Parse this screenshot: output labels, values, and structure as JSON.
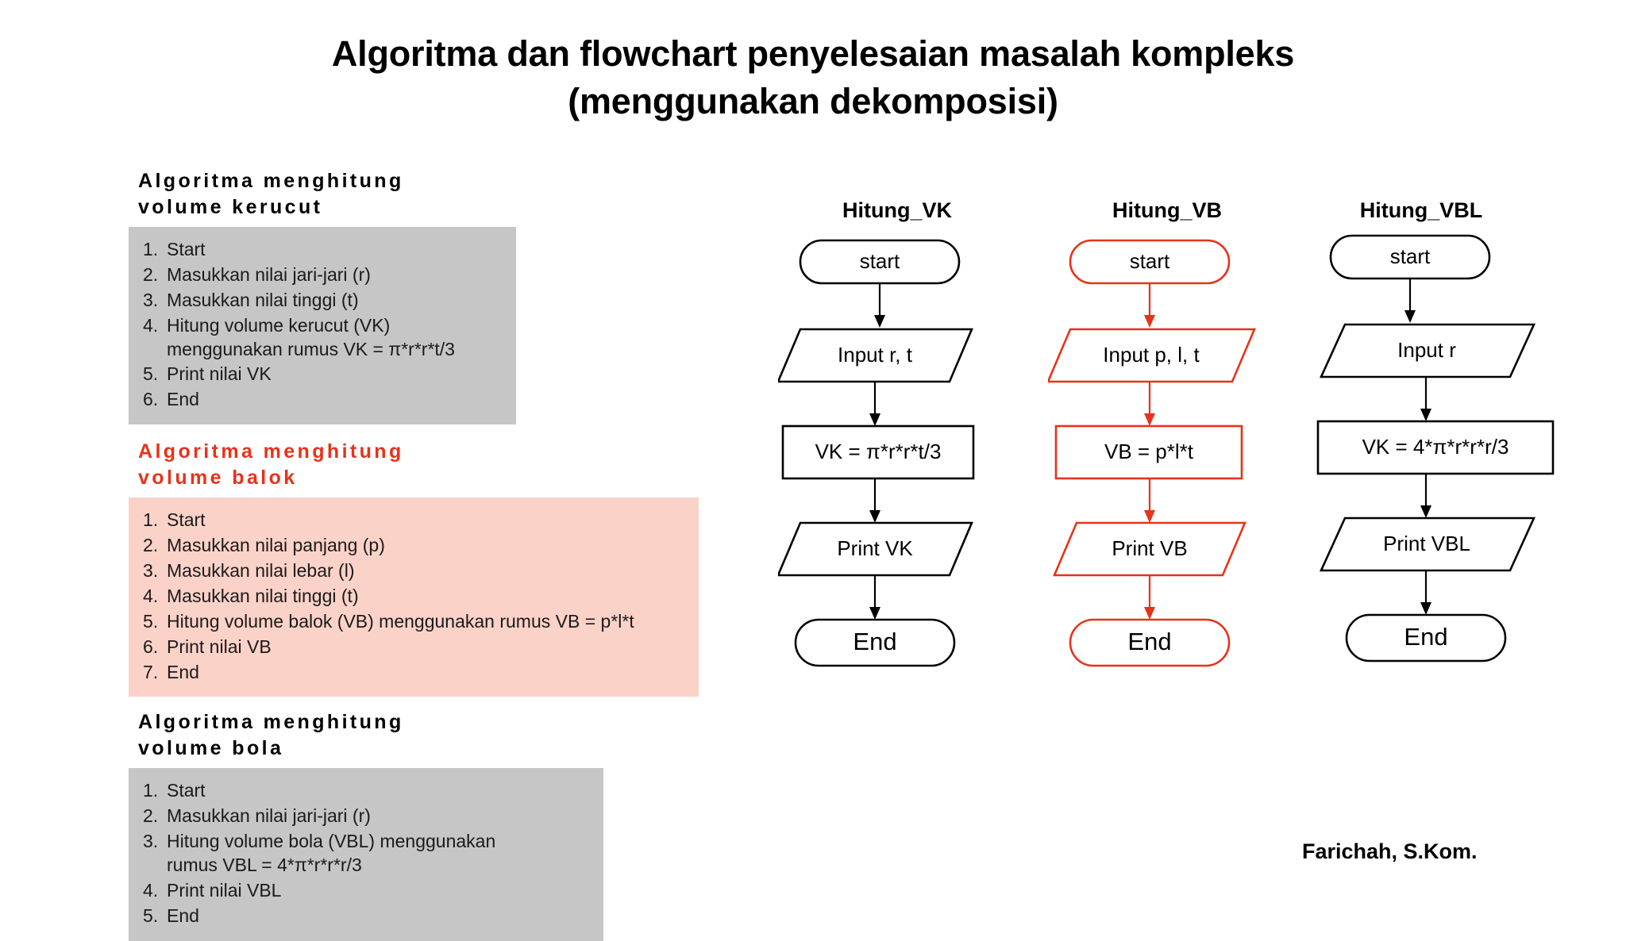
{
  "title": {
    "line1": "Algoritma dan flowchart penyelesaian masalah kompleks",
    "line2": "(menggunakan dekomposisi)"
  },
  "colors": {
    "accent_red": "#E8321A",
    "panel_gray": "#C6C6C6",
    "panel_pink": "#FBD2C8",
    "text_black": "#000000"
  },
  "algorithms": [
    {
      "heading": "Algoritma menghitung\nvolume kerucut",
      "heading_color": "#000000",
      "panel_color": "#C6C6C6",
      "steps": [
        {
          "num": "1.",
          "text": "Start"
        },
        {
          "num": "2.",
          "text": "Masukkan nilai jari-jari (r)"
        },
        {
          "num": "3.",
          "text": "Masukkan nilai tinggi (t)"
        },
        {
          "num": "4.",
          "text": "Hitung volume kerucut (VK)\nmenggunakan rumus VK = π*r*r*t/3"
        },
        {
          "num": "5.",
          "text": "Print nilai VK"
        },
        {
          "num": "6.",
          "text": "End"
        }
      ]
    },
    {
      "heading": "Algoritma menghitung\nvolume balok",
      "heading_color": "#E8321A",
      "panel_color": "#FBD2C8",
      "steps": [
        {
          "num": "1.",
          "text": "Start"
        },
        {
          "num": "2.",
          "text": "Masukkan nilai panjang (p)"
        },
        {
          "num": "3.",
          "text": "Masukkan nilai lebar (l)"
        },
        {
          "num": "4.",
          "text": "Masukkan nilai tinggi (t)"
        },
        {
          "num": "5.",
          "text": "Hitung volume balok (VB) menggunakan rumus VB = p*l*t"
        },
        {
          "num": "6.",
          "text": "Print nilai VB"
        },
        {
          "num": "7.",
          "text": "End"
        }
      ]
    },
    {
      "heading": "Algoritma menghitung\nvolume bola",
      "heading_color": "#000000",
      "panel_color": "#C6C6C6",
      "steps": [
        {
          "num": "1.",
          "text": "Start"
        },
        {
          "num": "2.",
          "text": "Masukkan nilai jari-jari (r)"
        },
        {
          "num": "3.",
          "text": "Hitung volume bola (VBL) menggunakan\nrumus VBL =  4*π*r*r*r/3"
        },
        {
          "num": "4.",
          "text": "Print nilai VBL"
        },
        {
          "num": "5.",
          "text": "End"
        }
      ]
    }
  ],
  "flowcharts": [
    {
      "title": "Hitung_VK",
      "stroke": "#000000",
      "nodes": {
        "start": "start",
        "input": "Input r, t",
        "process": "VK = π*r*r*t/3",
        "output": "Print VK",
        "end": "End"
      }
    },
    {
      "title": "Hitung_VB",
      "stroke": "#E8321A",
      "nodes": {
        "start": "start",
        "input": "Input p, l, t",
        "process": "VB = p*l*t",
        "output": "Print VB",
        "end": "End"
      }
    },
    {
      "title": "Hitung_VBL",
      "stroke": "#000000",
      "nodes": {
        "start": "start",
        "input": "Input r",
        "process": "VK = 4*π*r*r*r/3",
        "output": "Print VBL",
        "end": "End"
      }
    }
  ],
  "footer": {
    "author": "Farichah, S.Kom."
  }
}
